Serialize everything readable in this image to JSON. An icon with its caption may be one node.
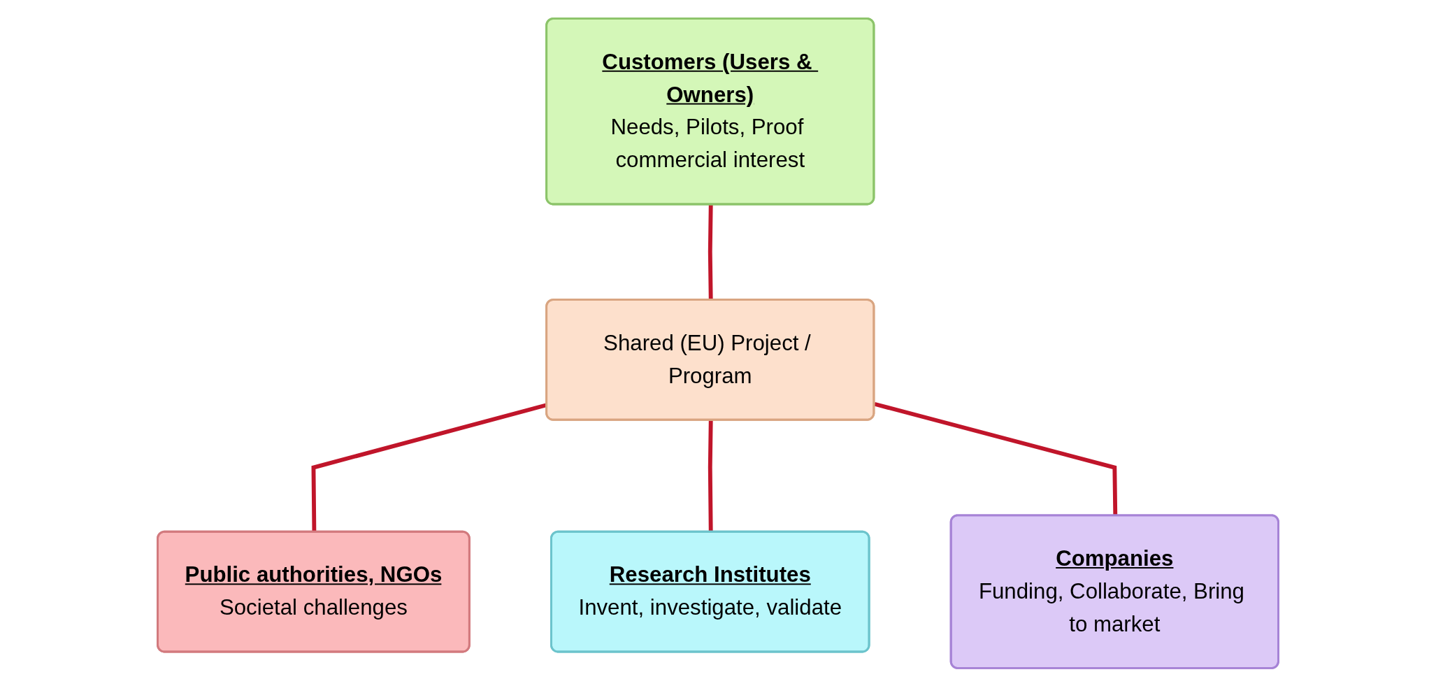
{
  "diagram": {
    "nodes": [
      {
        "text": [
          "Customers (Users & Owners)",
          "Needs, Pilots, Proof commercial interest"
        ]
      },
      {
        "text": [
          "Public authorities, NGOs",
          "Societal challenges"
        ]
      },
      {
        "text": [
          "Shared (EU) Project / Program"
        ]
      },
      {
        "text": [
          "Research Institutes",
          "Invent, investigate, validate"
        ]
      },
      {
        "text": [
          "Companies",
          "Funding, Collaborate, Bring to market"
        ]
      }
    ],
    "edges": [
      {
        "from": 0,
        "to": 2,
        "arrow": "none"
      },
      {
        "from": 2,
        "to": 1,
        "arrow": "none"
      },
      {
        "from": 2,
        "to": 3,
        "arrow": "none"
      },
      {
        "from": 2,
        "to": 4,
        "arrow": "none"
      }
    ]
  }
}
